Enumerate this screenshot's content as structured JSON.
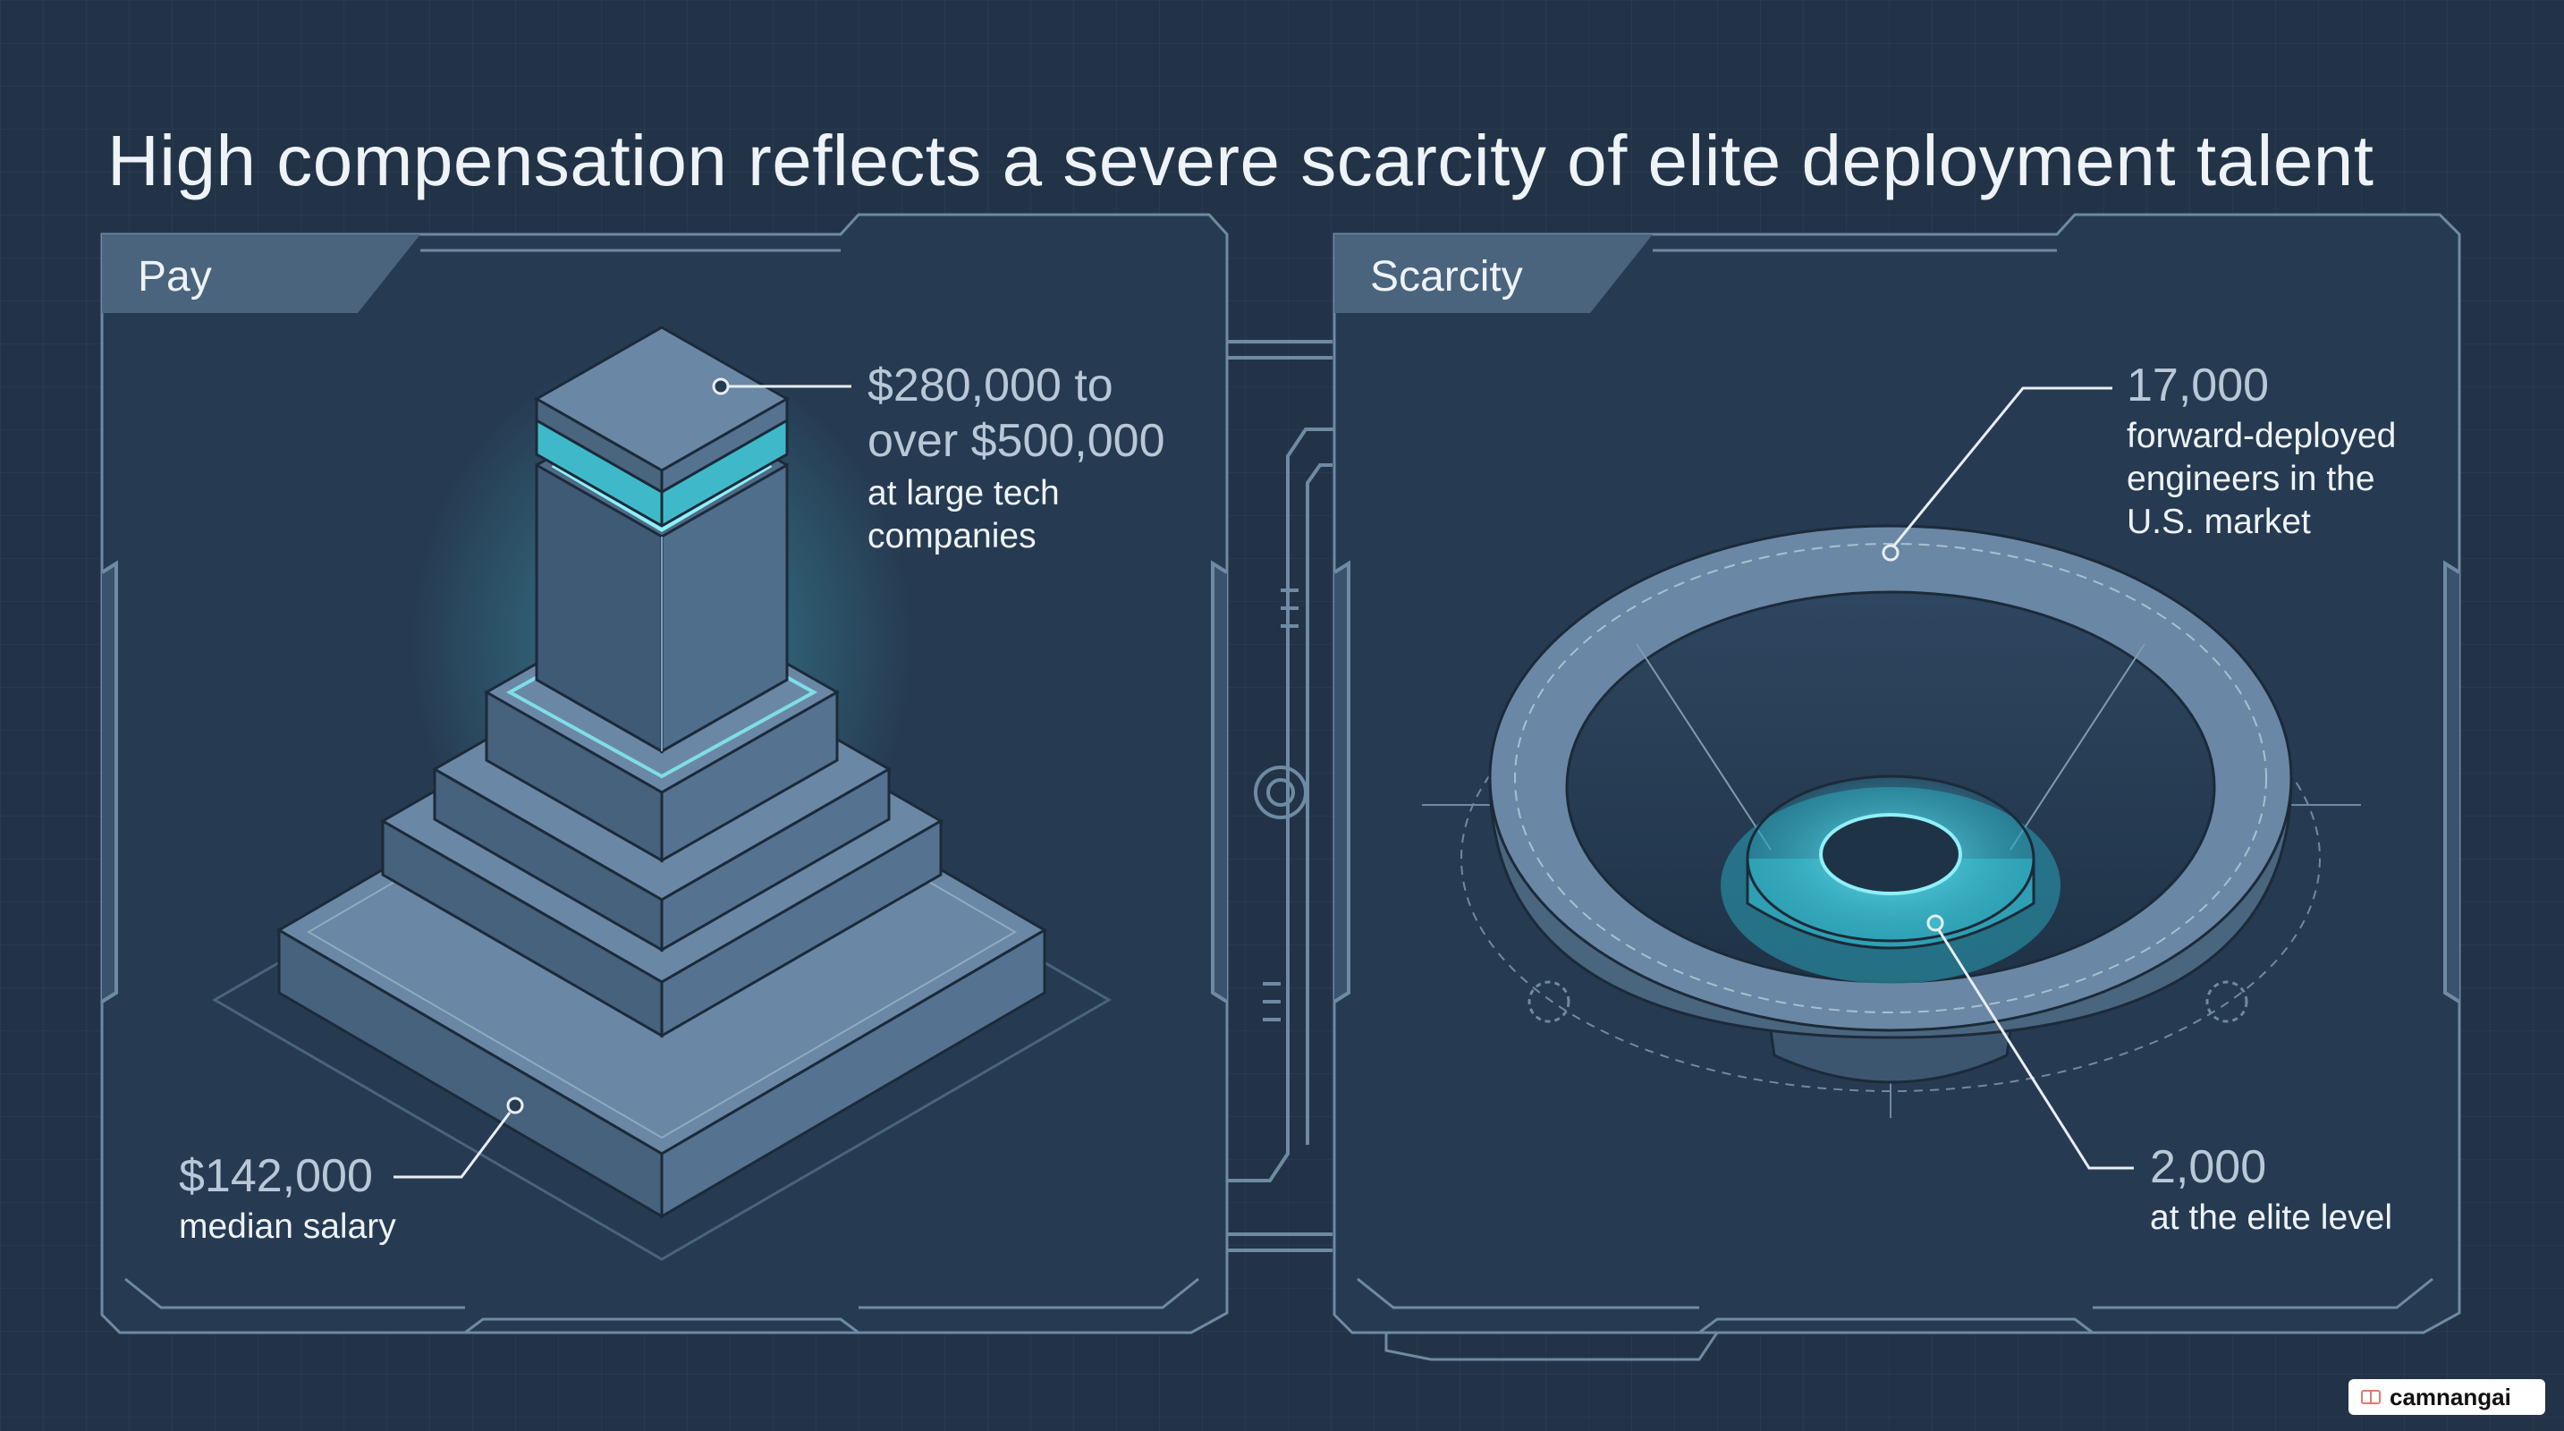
{
  "title": "High compensation reflects a severe scarcity of elite deployment talent",
  "colors": {
    "background": "#223347",
    "panel": "#263b52",
    "accent_cyan": "#4fd3e0",
    "stone": "#5c7a96"
  },
  "pay_panel": {
    "label": "Pay",
    "top_value_line1": "$280,000 to",
    "top_value_line2": "over $500,000",
    "top_text_line1": "at large tech",
    "top_text_line2": "companies",
    "bottom_value": "$142,000",
    "bottom_text": "median salary"
  },
  "scarcity_panel": {
    "label": "Scarcity",
    "top_value": "17,000",
    "top_text_line1": "forward-deployed",
    "top_text_line2": "engineers in the",
    "top_text_line3": "U.S. market",
    "bottom_value": "2,000",
    "bottom_text": "at the elite level"
  },
  "watermark": {
    "text": "camnangai",
    "icon": "book-icon"
  }
}
